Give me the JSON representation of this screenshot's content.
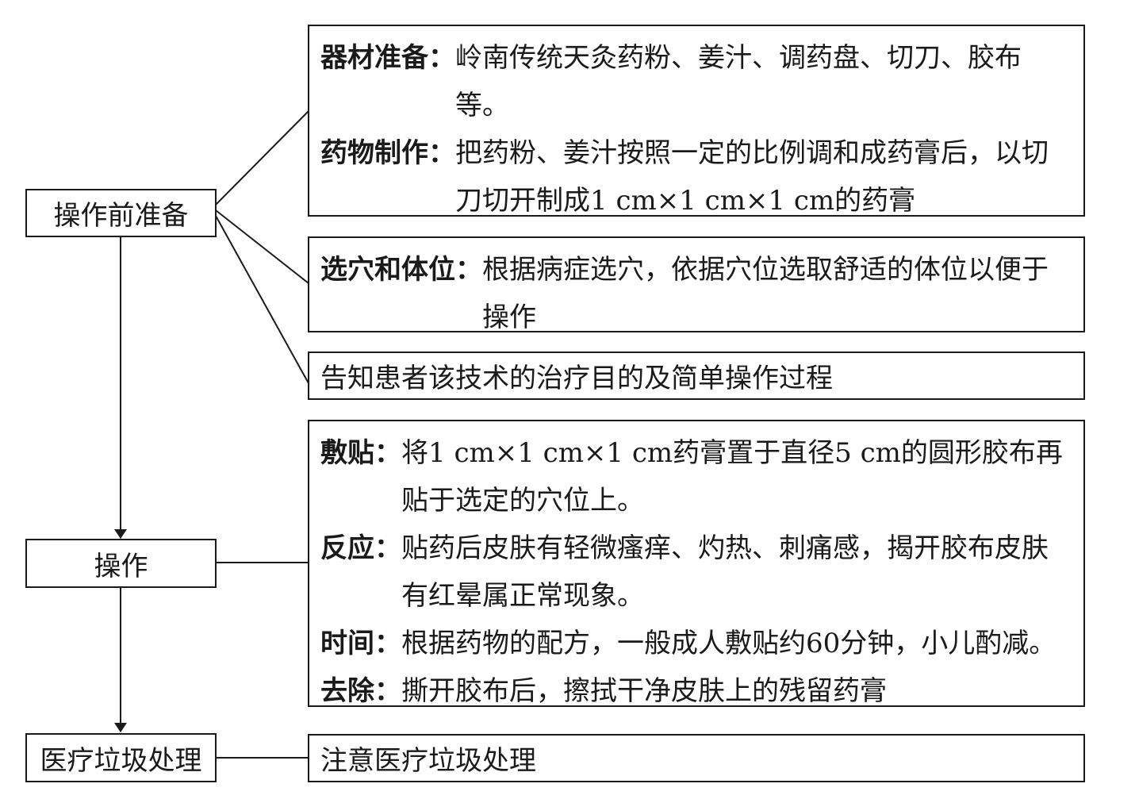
{
  "nodes": {
    "prep": "操作前准备",
    "operate": "操作",
    "waste": "医疗垃圾处理"
  },
  "prep_details": {
    "materials": {
      "label": "器材准备：",
      "text": "岭南传统天灸药粉、姜汁、调药盘、切刀、胶布等。"
    },
    "preparation": {
      "label": "药物制作：",
      "text": "把药粉、姜汁按照一定的比例调和成药膏后，以切刀切开制成1 cm×1 cm×1 cm的药膏"
    },
    "acupoint": {
      "label": "选穴和体位：",
      "text": "根据病症选穴，依据穴位选取舒适的体位以便于操作"
    },
    "inform": "告知患者该技术的治疗目的及简单操作过程"
  },
  "operate_details": {
    "apply": {
      "label": "敷贴：",
      "text": "将1 cm×1 cm×1 cm药膏置于直径5 cm的圆形胶布再贴于选定的穴位上。"
    },
    "reaction": {
      "label": "反应：",
      "text": "贴药后皮肤有轻微瘙痒、灼热、刺痛感，揭开胶布皮肤有红晕属正常现象。"
    },
    "time": {
      "label": "时间：",
      "text": "根据药物的配方，一般成人敷贴约60分钟，小儿酌减。"
    },
    "remove": {
      "label": "去除：",
      "text": "撕开胶布后，擦拭干净皮肤上的残留药膏"
    }
  },
  "waste_detail": "注意医疗垃圾处理"
}
